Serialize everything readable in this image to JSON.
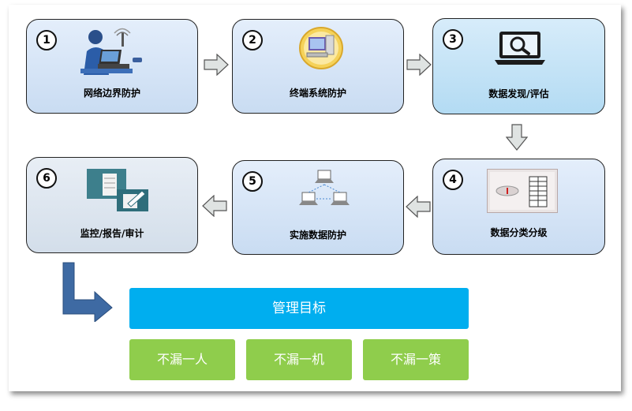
{
  "steps": [
    {
      "num": "1",
      "label": "网络边界防护",
      "icon": "network-user-icon"
    },
    {
      "num": "2",
      "label": "终端系统防护",
      "icon": "endpoint-computer-icon"
    },
    {
      "num": "3",
      "label": "数据发现/评估",
      "icon": "laptop-search-icon"
    },
    {
      "num": "4",
      "label": "数据分类分级",
      "icon": "classification-panel-icon"
    },
    {
      "num": "5",
      "label": "实施数据防护",
      "icon": "network-topology-icon"
    },
    {
      "num": "6",
      "label": "监控/报告/审计",
      "icon": "server-audit-icon"
    }
  ],
  "goal": {
    "label": "管理目标"
  },
  "sub_goals": [
    "不漏一人",
    "不漏一机",
    "不漏一策"
  ],
  "colors": {
    "goal": "#00aeef",
    "sub_goal": "#8fcd4c",
    "flow_arrow": "#3e6aa3"
  }
}
